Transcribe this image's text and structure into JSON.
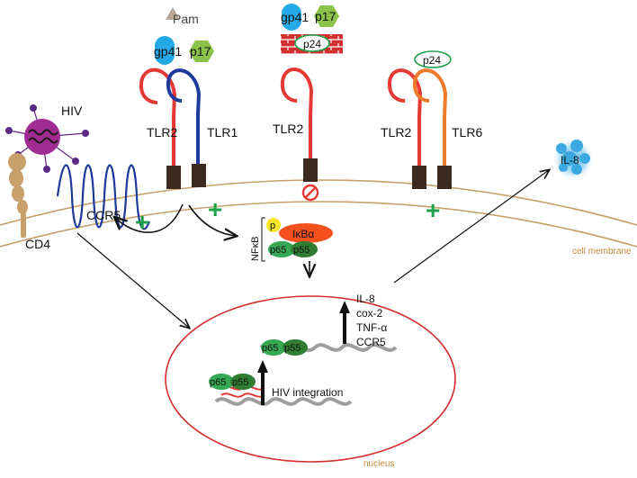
{
  "colors": {
    "membrane": "#c8a06b",
    "nucleus_border": "#d32f2f",
    "tlr2": "#e53935",
    "tlr1": "#1e3a9a",
    "tlr6": "#f07a2b",
    "domain": "#3a2a1f",
    "gp41": "#23a9e6",
    "p17": "#8bc34a",
    "pam": "#b7a89a",
    "brick": "#d32f2f",
    "inhibit": "#e53935",
    "plus": "#1fa24a",
    "dna": "#9e9e9e",
    "rna": "#e53935",
    "p65": "#34a853",
    "p55": "#2e7d32",
    "ikba": "#f4511e",
    "phospho": "#f2e52a",
    "hiv_body": "#a02b93",
    "hiv_spike": "#5b2a86",
    "cd4": "#c8a06b",
    "ccr5": "#1e3a9a",
    "il8": "#3aa9e0",
    "orange_text": "#c6893b"
  },
  "labels": {
    "pam": "Pam",
    "gp41": "gp41",
    "p17": "p17",
    "p24": "p24",
    "tlr2": "TLR2",
    "tlr1": "TLR1",
    "tlr6": "TLR6",
    "hiv": "HIV",
    "ccr5": "CCR5",
    "cd4": "CD4",
    "il8": "IL-8",
    "nfkb": "NFκB",
    "p": "p",
    "ikba": "IκBα",
    "p65": "p65",
    "p55": "p55",
    "cell_membrane": "cell membrane",
    "nucleus": "nucleus",
    "hiv_integration": "HIV integration",
    "plus": "+"
  },
  "gene_list": [
    "IL-8",
    "cox-2",
    "TNF-α",
    "CCR5"
  ]
}
